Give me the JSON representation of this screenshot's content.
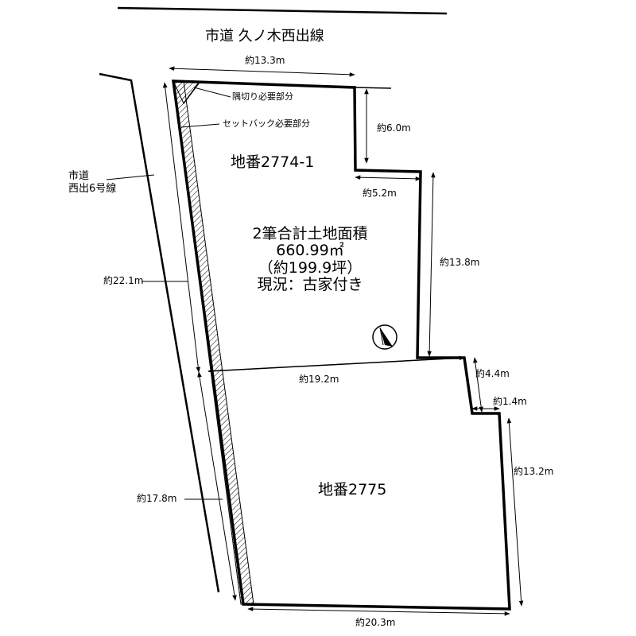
{
  "roads": {
    "top": "市道 久ノ木西出線",
    "left_line1": "市道",
    "left_line2": "西出6号線"
  },
  "notes": {
    "corner_cut": "隅切り必要部分",
    "setback": "セットバック必要部分"
  },
  "lots": {
    "lot1": "地番2774-1",
    "lot2": "地番2775"
  },
  "summary": {
    "line1": "2筆合計土地面積",
    "line2": "660.99㎡",
    "line3": "（約199.9坪）",
    "line4": "現況：古家付き"
  },
  "dimensions": {
    "top": "約13.3m",
    "right_upper": "約6.0m",
    "step_upper": "約5.2m",
    "right_middle": "約13.8m",
    "left_upper": "約22.1m",
    "middle": "約19.2m",
    "right_step": "約4.4m",
    "step_small": "約1.4m",
    "right_lower": "約13.2m",
    "left_lower": "約17.8m",
    "bottom": "約20.3m"
  },
  "icons": {
    "north_arrow": "north-arrow-icon"
  }
}
